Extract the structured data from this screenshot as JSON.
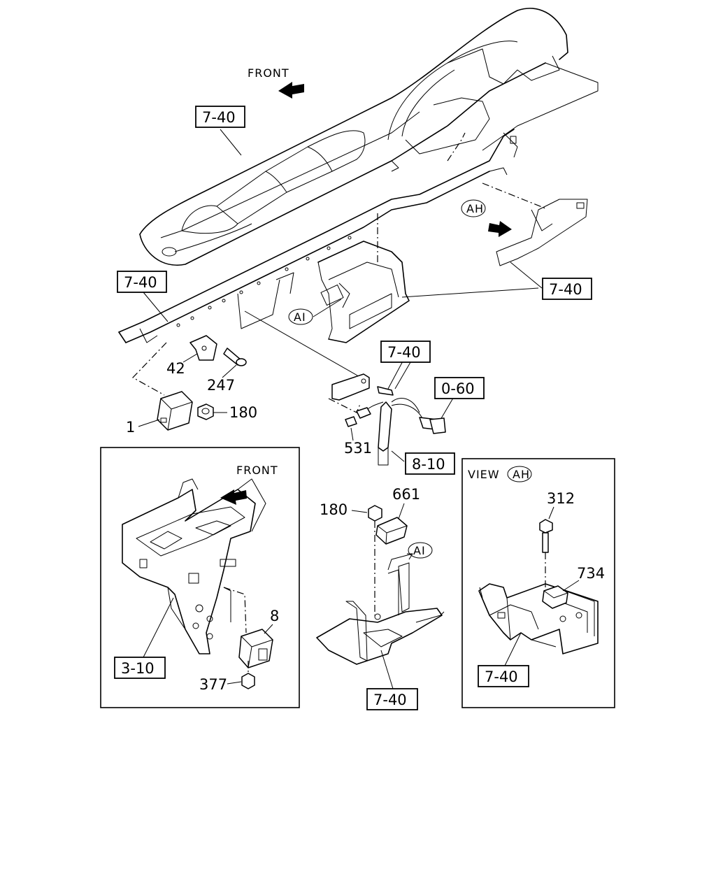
{
  "labels": {
    "front_top": "FRONT",
    "front_inset": "FRONT",
    "view_title": "VIEW",
    "view_circle": "AH",
    "ah_marker": "AH",
    "ai_marker_main": "AI",
    "ai_marker_center": "AI"
  },
  "refs": {
    "r740_top": "7-40",
    "r740_left": "7-40",
    "r740_right": "7-40",
    "r740_mid": "7-40",
    "r060": "0-60",
    "r810": "8-10",
    "r310": "3-10",
    "r740_center": "7-40",
    "r740_view": "7-40"
  },
  "parts": {
    "p42": "42",
    "p247": "247",
    "p180a": "180",
    "p1": "1",
    "p531": "531",
    "p180b": "180",
    "p661": "661",
    "p8": "8",
    "p377": "377",
    "p312": "312",
    "p734": "734"
  }
}
